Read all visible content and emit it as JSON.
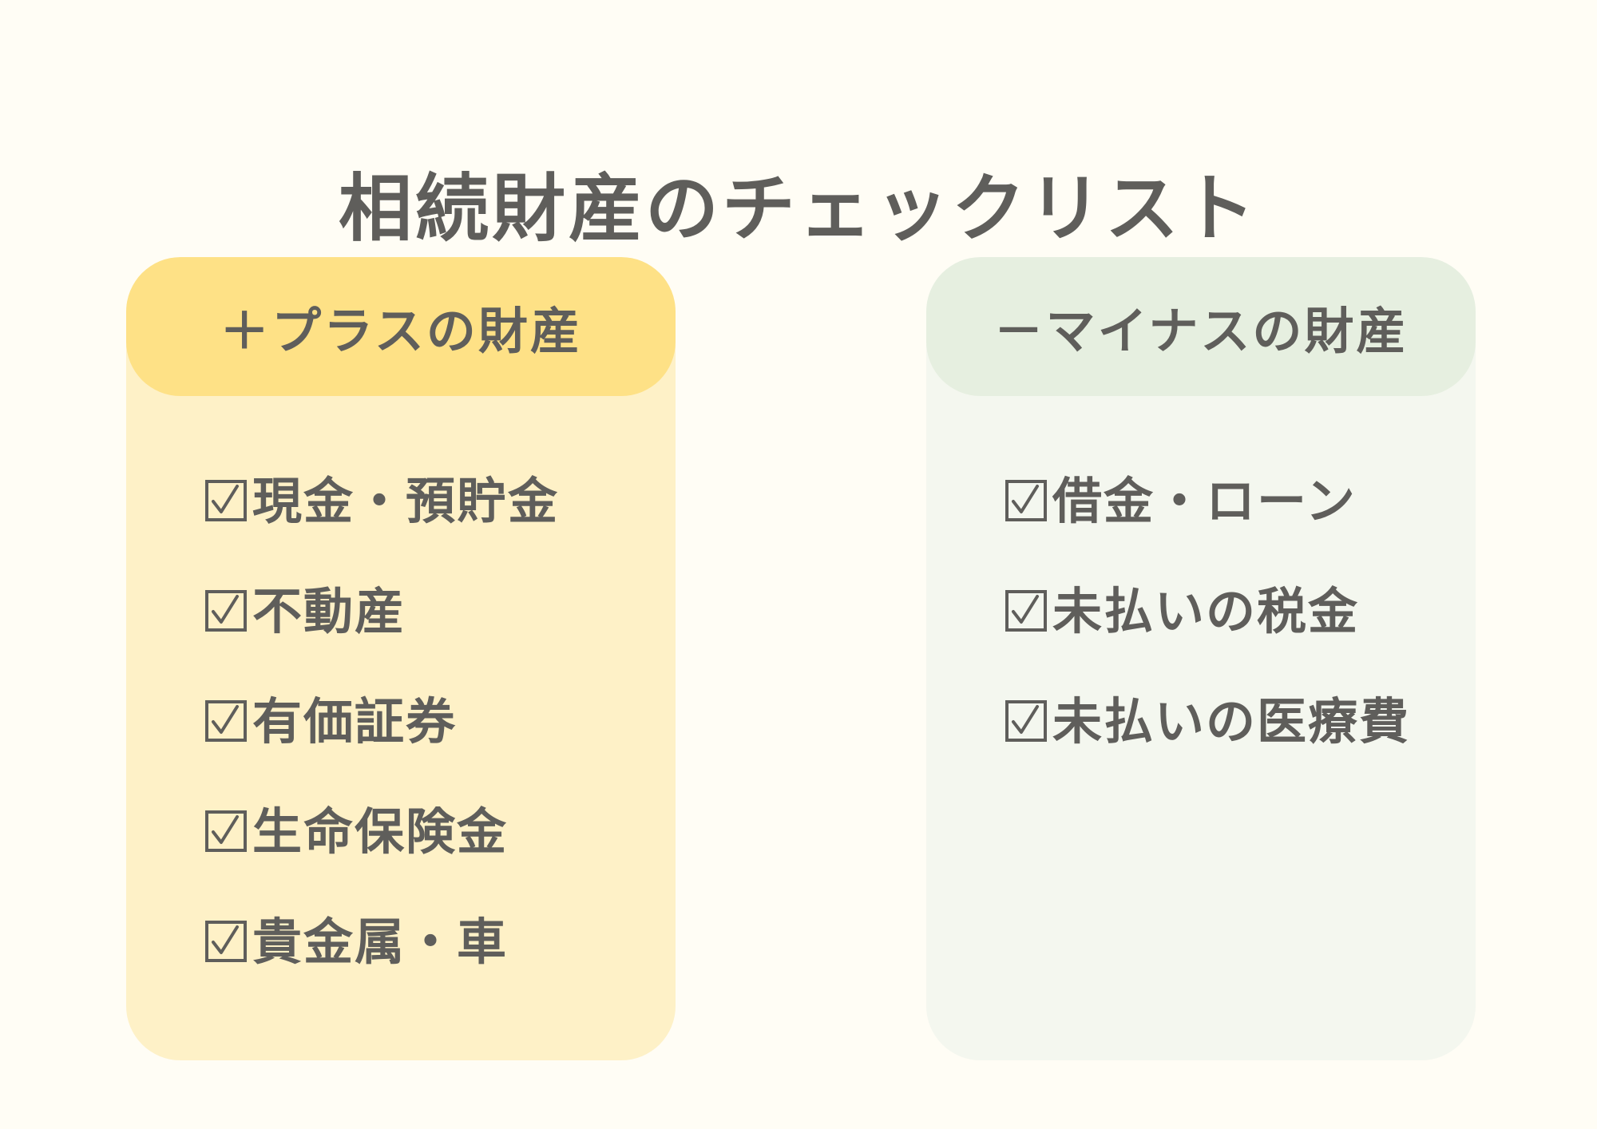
{
  "title": "相続財産のチェックリスト",
  "colors": {
    "background": "#fffdf5",
    "text": "#5f5e5b",
    "plus_header": "#fee186",
    "plus_body": "#fef1c7",
    "minus_header": "#e6efe0",
    "minus_body": "#f4f7ef"
  },
  "plus": {
    "header": "＋プラスの財産",
    "items": [
      "現金・預貯金",
      "不動産",
      "有価証券",
      "生命保険金",
      "貴金属・車"
    ]
  },
  "minus": {
    "header": "－マイナスの財産",
    "items": [
      "借金・ローン",
      "未払いの税金",
      "未払いの医療費"
    ]
  },
  "icons": {
    "item_marker": "checkbox-checked-icon"
  }
}
